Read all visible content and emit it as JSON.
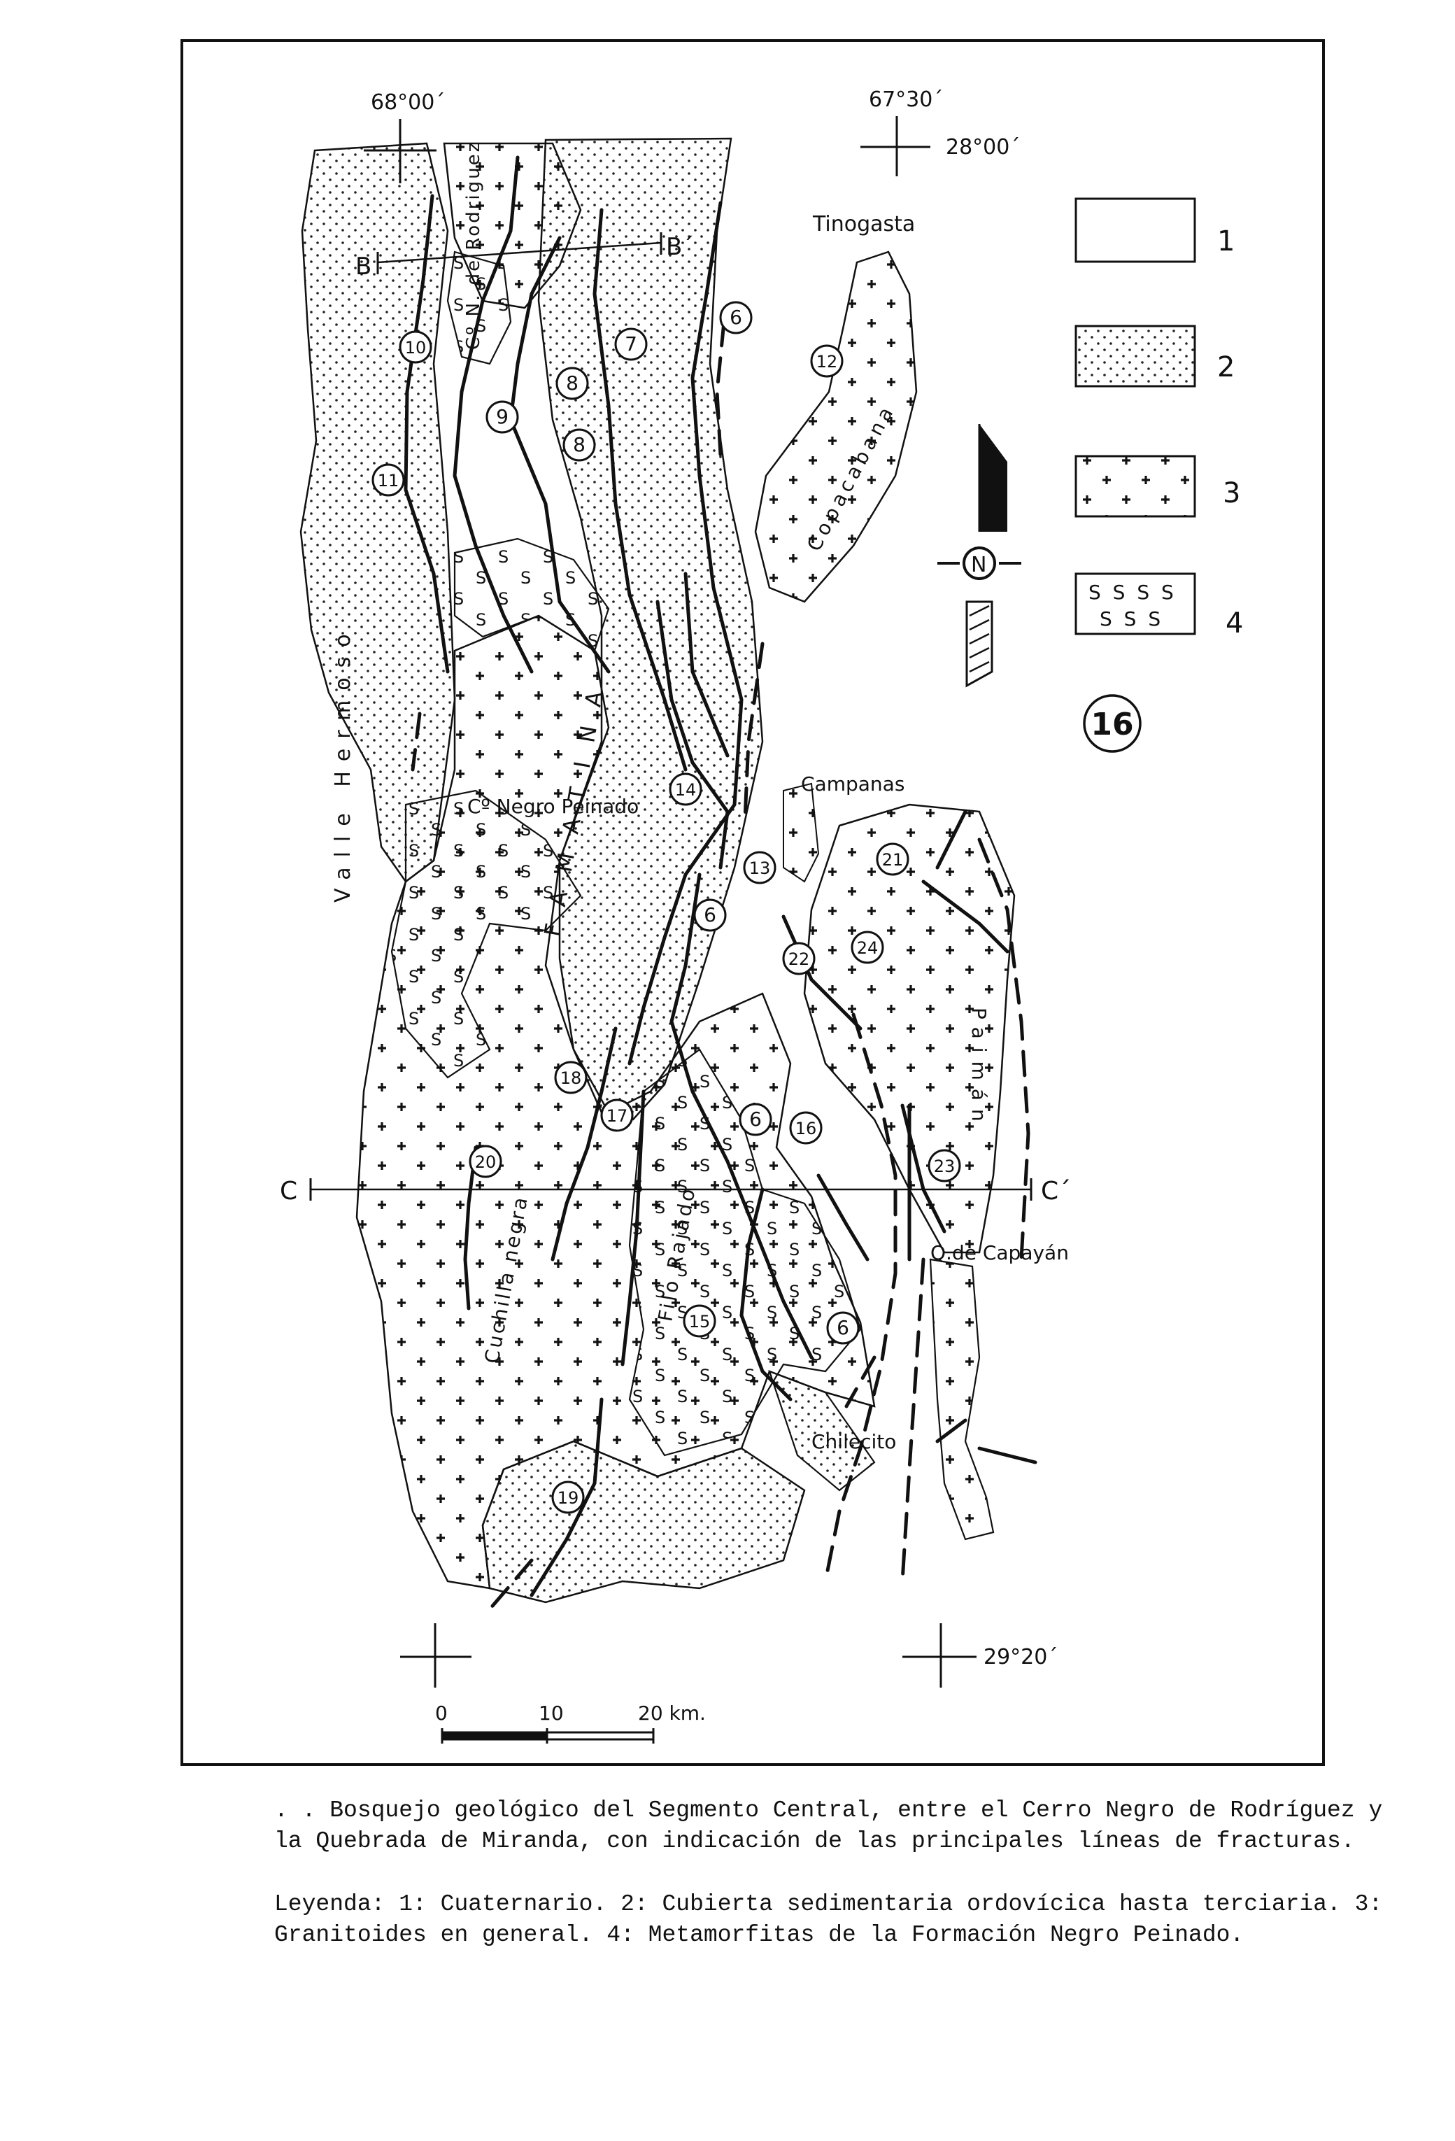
{
  "figure_number": "16",
  "coordinates": {
    "lon_west": "68°00´",
    "lon_east": "67°30´",
    "lat_north": "28°00´",
    "lat_south": "29°20´"
  },
  "profiles": {
    "b_start": "B",
    "b_end": "B´",
    "c_start": "C",
    "c_end": "C´"
  },
  "place_names": {
    "tinogasta": "Tinogasta",
    "copacabana": "Copacabana",
    "cerro_rodriguez": "Cº N. de Rodriguez",
    "valle_hermoso": "Valle Hermoso",
    "negro_peinado": "Cº Negro Peinado",
    "campanas": "Campanas",
    "paiman": "Paimán",
    "famatina": "FAMATINA",
    "cuchilla_negra": "Cuchilla negra",
    "filo_rajado": "Filo Rajado",
    "quebrada_capayan": "Q.de Capayán",
    "chilecito": "Chilecito"
  },
  "fault_numbers": [
    "6",
    "6",
    "6",
    "6",
    "7",
    "8",
    "8",
    "9",
    "10",
    "11",
    "12",
    "13",
    "14",
    "15",
    "16",
    "17",
    "18",
    "19",
    "20",
    "21",
    "22",
    "23",
    "24"
  ],
  "legend": [
    {
      "key": "1",
      "pattern": "blank"
    },
    {
      "key": "2",
      "pattern": "dots"
    },
    {
      "key": "3",
      "pattern": "crosses"
    },
    {
      "key": "4",
      "pattern": "s-symbols",
      "symbol_rows": [
        "S S S S",
        "S S S"
      ]
    }
  ],
  "north_arrow": {
    "label": "N"
  },
  "scale_bar": {
    "ticks": [
      "0",
      "10",
      "20 km."
    ]
  },
  "caption": {
    "main": ". . Bosquejo geológico del Segmento Central, entre el Cerro Negro de Rodríguez y la Quebrada de Miranda, con indicación de las principales líneas de fracturas.",
    "legend_text": "Leyenda: 1: Cuaternario. 2: Cubierta sedimentaria ordovícica hasta terciaria. 3: Granitoides en general. 4: Metamorfitas de la Formación Negro Peinado."
  }
}
